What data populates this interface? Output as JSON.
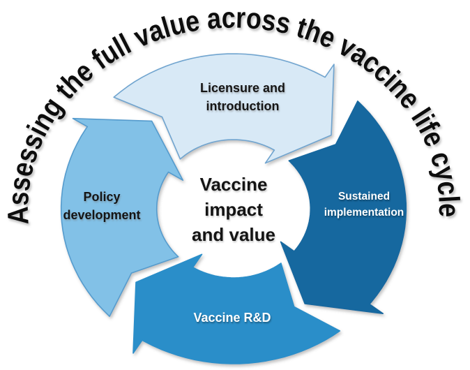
{
  "title": {
    "text": "Assessing the full value across the vaccine life cycle",
    "color": "#111111"
  },
  "center": {
    "line1": "Vaccine",
    "line2": "impact",
    "line3": "and value"
  },
  "segments": {
    "licensure": {
      "label_line1": "Licensure and",
      "label_line2": "introduction",
      "fill": "#d8e9f6",
      "stroke": "#6fa4cf",
      "text_style": "dark"
    },
    "sustained": {
      "label_line1": "Sustained",
      "label_line2": "implementation",
      "fill": "#14679f",
      "stroke": "#14679f",
      "text_style": "light"
    },
    "vaccine_rd": {
      "label": "Vaccine R&D",
      "fill": "#2b8ec9",
      "stroke": "#2b8ec9",
      "text_style": "light"
    },
    "policy": {
      "label_line1": "Policy",
      "label_line2": "development",
      "fill": "#82c1e7",
      "stroke": "#549bcd",
      "text_style": "dark"
    }
  },
  "background": "#ffffff"
}
